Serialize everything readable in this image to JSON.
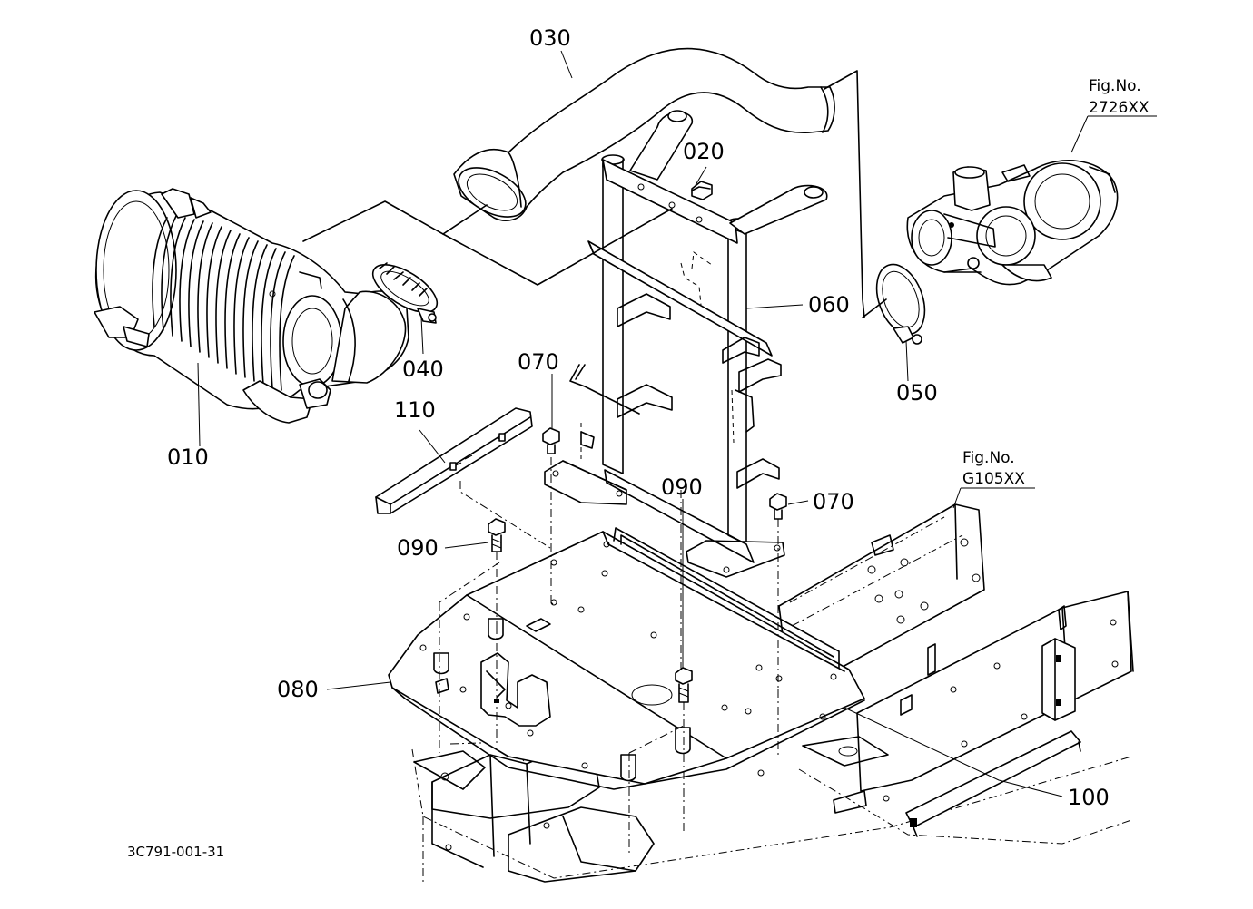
{
  "diagram": {
    "drawing_code": "3C791-001-31",
    "callouts": [
      {
        "id": "010",
        "text": "010"
      },
      {
        "id": "020",
        "text": "020"
      },
      {
        "id": "030",
        "text": "030"
      },
      {
        "id": "040",
        "text": "040"
      },
      {
        "id": "050",
        "text": "050"
      },
      {
        "id": "060",
        "text": "060"
      },
      {
        "id": "070a",
        "text": "070"
      },
      {
        "id": "070b",
        "text": "070"
      },
      {
        "id": "080",
        "text": "080"
      },
      {
        "id": "090a",
        "text": "090"
      },
      {
        "id": "090b",
        "text": "090"
      },
      {
        "id": "100",
        "text": "100"
      },
      {
        "id": "110",
        "text": "110"
      }
    ],
    "figure_refs": [
      {
        "id": "turbo",
        "line1": "Fig.No.",
        "line2": "2726XX"
      },
      {
        "id": "frame",
        "line1": "Fig.No.",
        "line2": "G105XX"
      }
    ]
  }
}
